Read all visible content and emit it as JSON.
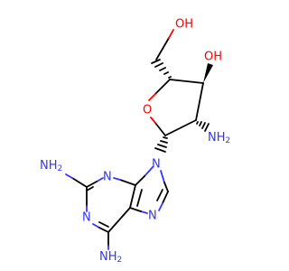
{
  "colors": {
    "background": "#ffffff",
    "carbon_bond": "#000000",
    "nitrogen": "#3333ff",
    "oxygen": "#ff0000"
  },
  "atoms": {
    "oh_top": "OH",
    "oh_ring": "OH",
    "o_ring": "O",
    "nh2_sugar": "NH",
    "nh2_sugar_sub": "2",
    "n9": "N",
    "n3": "N",
    "n1": "N",
    "n7": "N",
    "nh2_left": "NH",
    "nh2_left_sub": "2",
    "nh2_bottom": "NH",
    "nh2_bottom_sub": "2"
  }
}
